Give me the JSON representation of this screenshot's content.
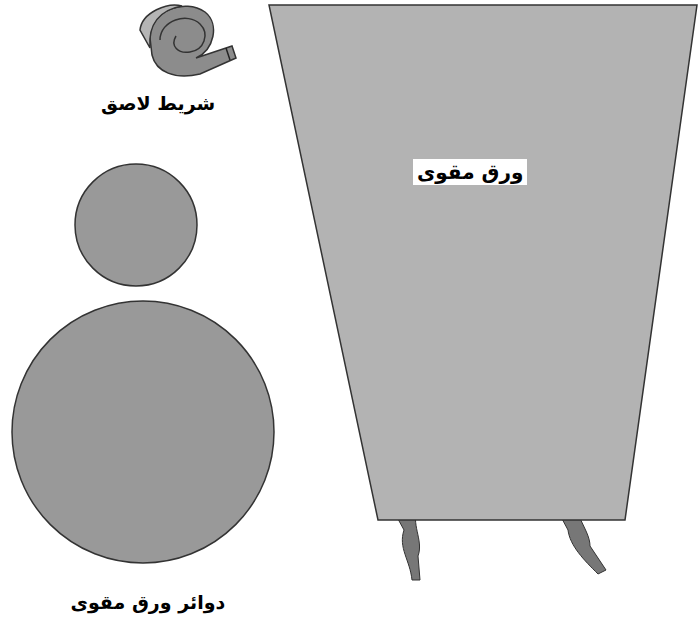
{
  "diagram": {
    "nodes": [
      {
        "text": [
          "ورق مقوى"
        ]
      }
    ],
    "labels": [
      "شريط لاصق",
      "دوائر ورق مقوى"
    ]
  }
}
